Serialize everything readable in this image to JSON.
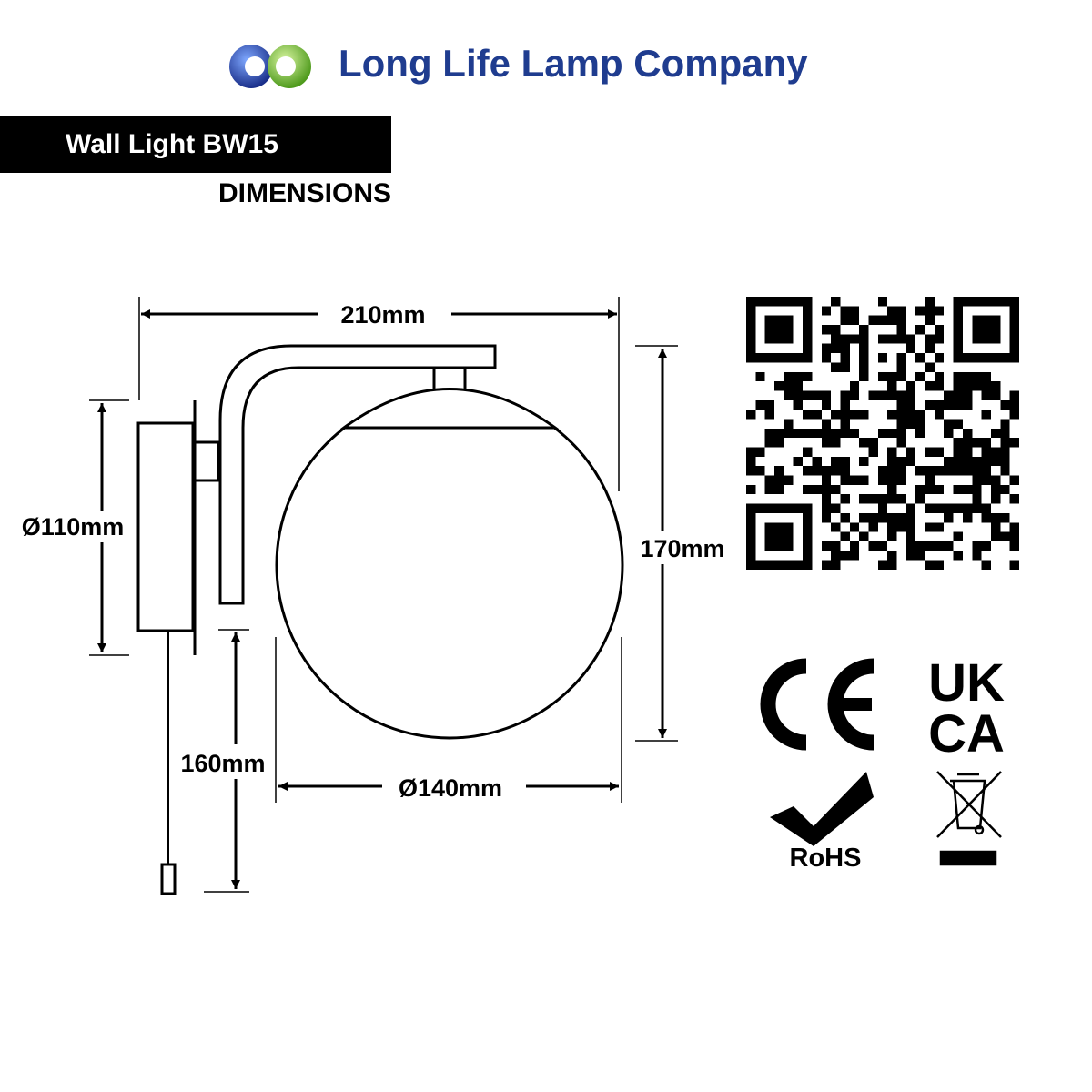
{
  "brand": {
    "company_name": "Long Life Lamp Company",
    "logo_icon": "twin-ring-logo-icon",
    "colors": {
      "brand_blue": "#1f3c8f",
      "logo_green": "#7bc043",
      "text": "#000000"
    }
  },
  "product": {
    "title": "Wall Light BW15",
    "section": "DIMENSIONS"
  },
  "dimensions": {
    "width": "210mm",
    "height": "170mm",
    "backplate_diameter": "Ø110mm",
    "globe_diameter": "Ø140mm",
    "pull_cord_drop": "160mm"
  },
  "certifications": {
    "ce_icon": "ce-mark-icon",
    "ukca_line1": "UK",
    "ukca_line2": "CA",
    "rohs_label": "RoHS",
    "weee_icon": "crossed-out-wheelie-bin-icon",
    "qr_icon": "qr-code-icon"
  }
}
